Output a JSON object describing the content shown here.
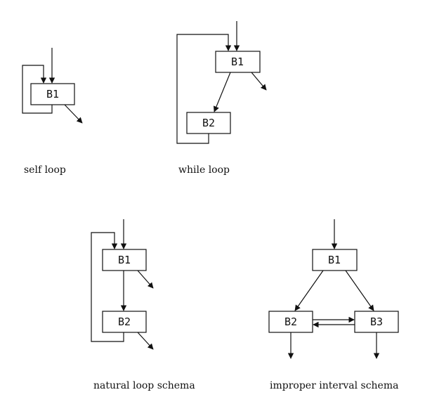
{
  "diagrams": {
    "self_loop": {
      "caption": "self loop",
      "nodes": {
        "b1": "B1"
      }
    },
    "while_loop": {
      "caption": "while loop",
      "nodes": {
        "b1": "B1",
        "b2": "B2"
      }
    },
    "natural_loop": {
      "caption": "natural loop schema",
      "nodes": {
        "b1": "B1",
        "b2": "B2"
      }
    },
    "improper_interval": {
      "caption": "improper interval schema",
      "nodes": {
        "b1": "B1",
        "b2": "B2",
        "b3": "B3"
      }
    }
  },
  "colors": {
    "stroke": "#111111",
    "background": "#ffffff"
  }
}
